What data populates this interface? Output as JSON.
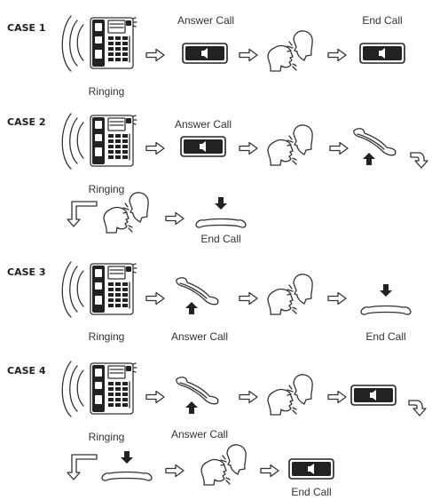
{
  "cases": [
    {
      "id": 1,
      "label": "CASE 1",
      "phone_caption": "Ringing",
      "captions": [
        "Answer Call",
        "End Call"
      ]
    },
    {
      "id": 2,
      "label": "CASE 2",
      "phone_caption": "Ringing",
      "captions": [
        "Answer Call",
        "End Call"
      ]
    },
    {
      "id": 3,
      "label": "CASE 3",
      "phone_caption": "Ringing",
      "captions": [
        "Answer Call",
        "End Call"
      ]
    },
    {
      "id": 4,
      "label": "CASE 4",
      "phone_caption": "Ringing",
      "captions": [
        "Answer Call",
        "End Call"
      ]
    }
  ],
  "icons": [
    "desk-phone",
    "speaker-key",
    "handset-lift",
    "handset-place",
    "conversation",
    "arrow-right",
    "continue-arrow"
  ]
}
